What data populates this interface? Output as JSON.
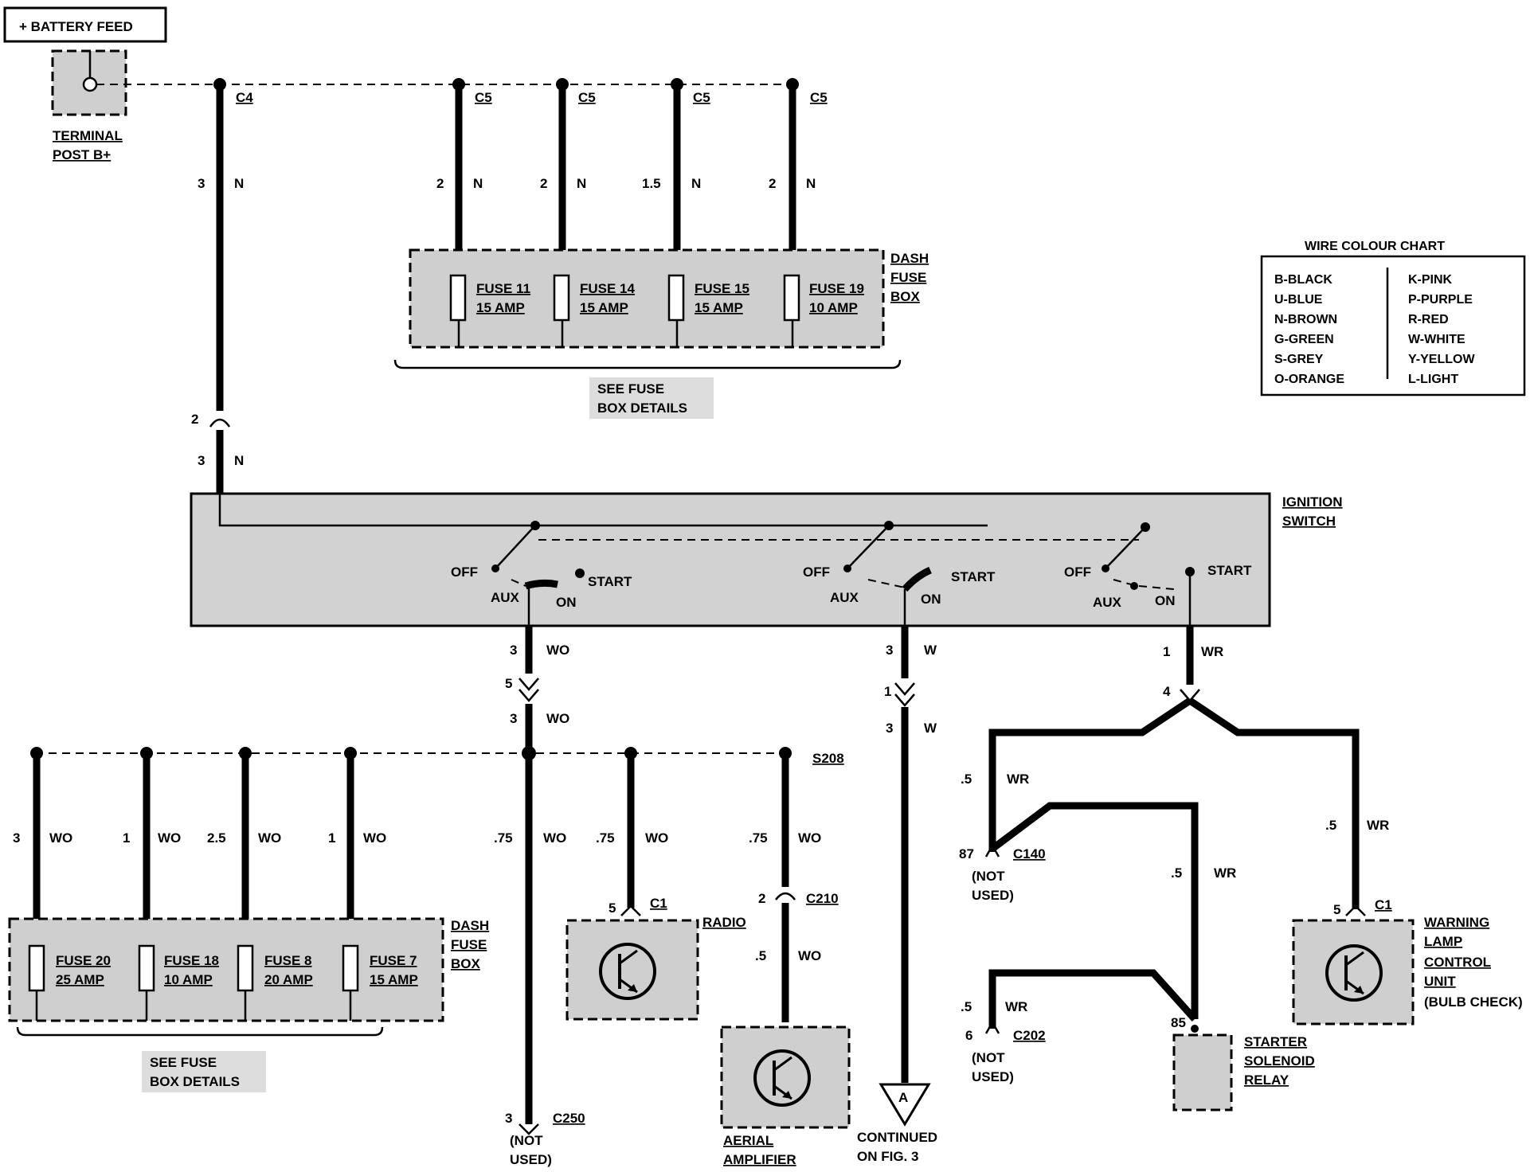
{
  "battery_feed": "+ BATTERY FEED",
  "terminal_post": [
    "TERMINAL",
    "POST B+"
  ],
  "connectors": {
    "c4": "C4",
    "c5": "C5",
    "c1": "C1",
    "c210": "C210",
    "c250": "C250",
    "c140": "C140",
    "c202": "C202",
    "s208": "S208"
  },
  "top_wires": [
    {
      "gauge": "3",
      "color": "N"
    },
    {
      "gauge": "2",
      "color": "N"
    },
    {
      "gauge": "2",
      "color": "N"
    },
    {
      "gauge": "1.5",
      "color": "N"
    },
    {
      "gauge": "2",
      "color": "N"
    }
  ],
  "dash_fuse_box_label": [
    "DASH",
    "FUSE",
    "BOX"
  ],
  "top_fuses": [
    {
      "name": "FUSE 11",
      "rating": "15 AMP"
    },
    {
      "name": "FUSE 14",
      "rating": "15 AMP"
    },
    {
      "name": "FUSE 15",
      "rating": "15 AMP"
    },
    {
      "name": "FUSE 19",
      "rating": "10 AMP"
    }
  ],
  "see_fuse_box": [
    "SEE FUSE",
    "BOX DETAILS"
  ],
  "ignition_pin_top": {
    "pin": "2",
    "gauge": "3",
    "color": "N"
  },
  "ignition_switch_label": [
    "IGNITION",
    "SWITCH"
  ],
  "switch_positions": {
    "off": "OFF",
    "aux": "AUX",
    "on": "ON",
    "start": "START"
  },
  "wire_colour_chart": {
    "title": "WIRE COLOUR CHART",
    "left": [
      "B-BLACK",
      "U-BLUE",
      "N-BROWN",
      "G-GREEN",
      "S-GREY",
      "O-ORANGE"
    ],
    "right": [
      "K-PINK",
      "P-PURPLE",
      "R-RED",
      "W-WHITE",
      "Y-YELLOW",
      "L-LIGHT"
    ]
  },
  "mid_wires": {
    "wo_top": {
      "gauge": "3",
      "color": "WO"
    },
    "wo_pin": "5",
    "wo_bottom": {
      "gauge": "3",
      "color": "WO"
    },
    "w_top": {
      "gauge": "3",
      "color": "W"
    },
    "w_pin": "1",
    "w_bottom": {
      "gauge": "3",
      "color": "W"
    },
    "wr_top": {
      "gauge": "1",
      "color": "WR"
    },
    "wr_pin": "4"
  },
  "bottom_wires": [
    {
      "gauge": "3",
      "color": "WO"
    },
    {
      "gauge": "1",
      "color": "WO"
    },
    {
      "gauge": "2.5",
      "color": "WO"
    },
    {
      "gauge": "1",
      "color": "WO"
    },
    {
      "gauge": ".75",
      "color": "WO"
    },
    {
      "gauge": ".75",
      "color": "WO"
    },
    {
      "gauge": ".75",
      "color": "WO"
    }
  ],
  "bottom_fuses": [
    {
      "name": "FUSE 20",
      "rating": "25 AMP"
    },
    {
      "name": "FUSE 18",
      "rating": "10 AMP"
    },
    {
      "name": "FUSE 8",
      "rating": "20 AMP"
    },
    {
      "name": "FUSE 7",
      "rating": "15 AMP"
    }
  ],
  "radio": {
    "label": "RADIO",
    "pin": "5"
  },
  "aerial": {
    "label": [
      "AERIAL",
      "AMPLIFIER"
    ],
    "pin": "2",
    "gauge": ".5",
    "color": "WO"
  },
  "c250_pin": "3",
  "not_used": [
    "(NOT",
    "USED)"
  ],
  "continued": {
    "letter": "A",
    "text": [
      "CONTINUED",
      "ON FIG. 3"
    ]
  },
  "wr_wires": {
    "left": {
      "gauge": ".5",
      "color": "WR"
    },
    "right": {
      "gauge": ".5",
      "color": "WR"
    },
    "mid": {
      "gauge": ".5",
      "color": "WR"
    },
    "c202": {
      "gauge": ".5",
      "color": "WR"
    }
  },
  "pins": {
    "p87": "87",
    "p6": "6",
    "p85": "85",
    "p5": "5"
  },
  "starter_relay": [
    "STARTER",
    "SOLENOID",
    "RELAY"
  ],
  "warning_lamp": [
    "WARNING",
    "LAMP",
    "CONTROL",
    "UNIT",
    "(BULB CHECK)"
  ]
}
